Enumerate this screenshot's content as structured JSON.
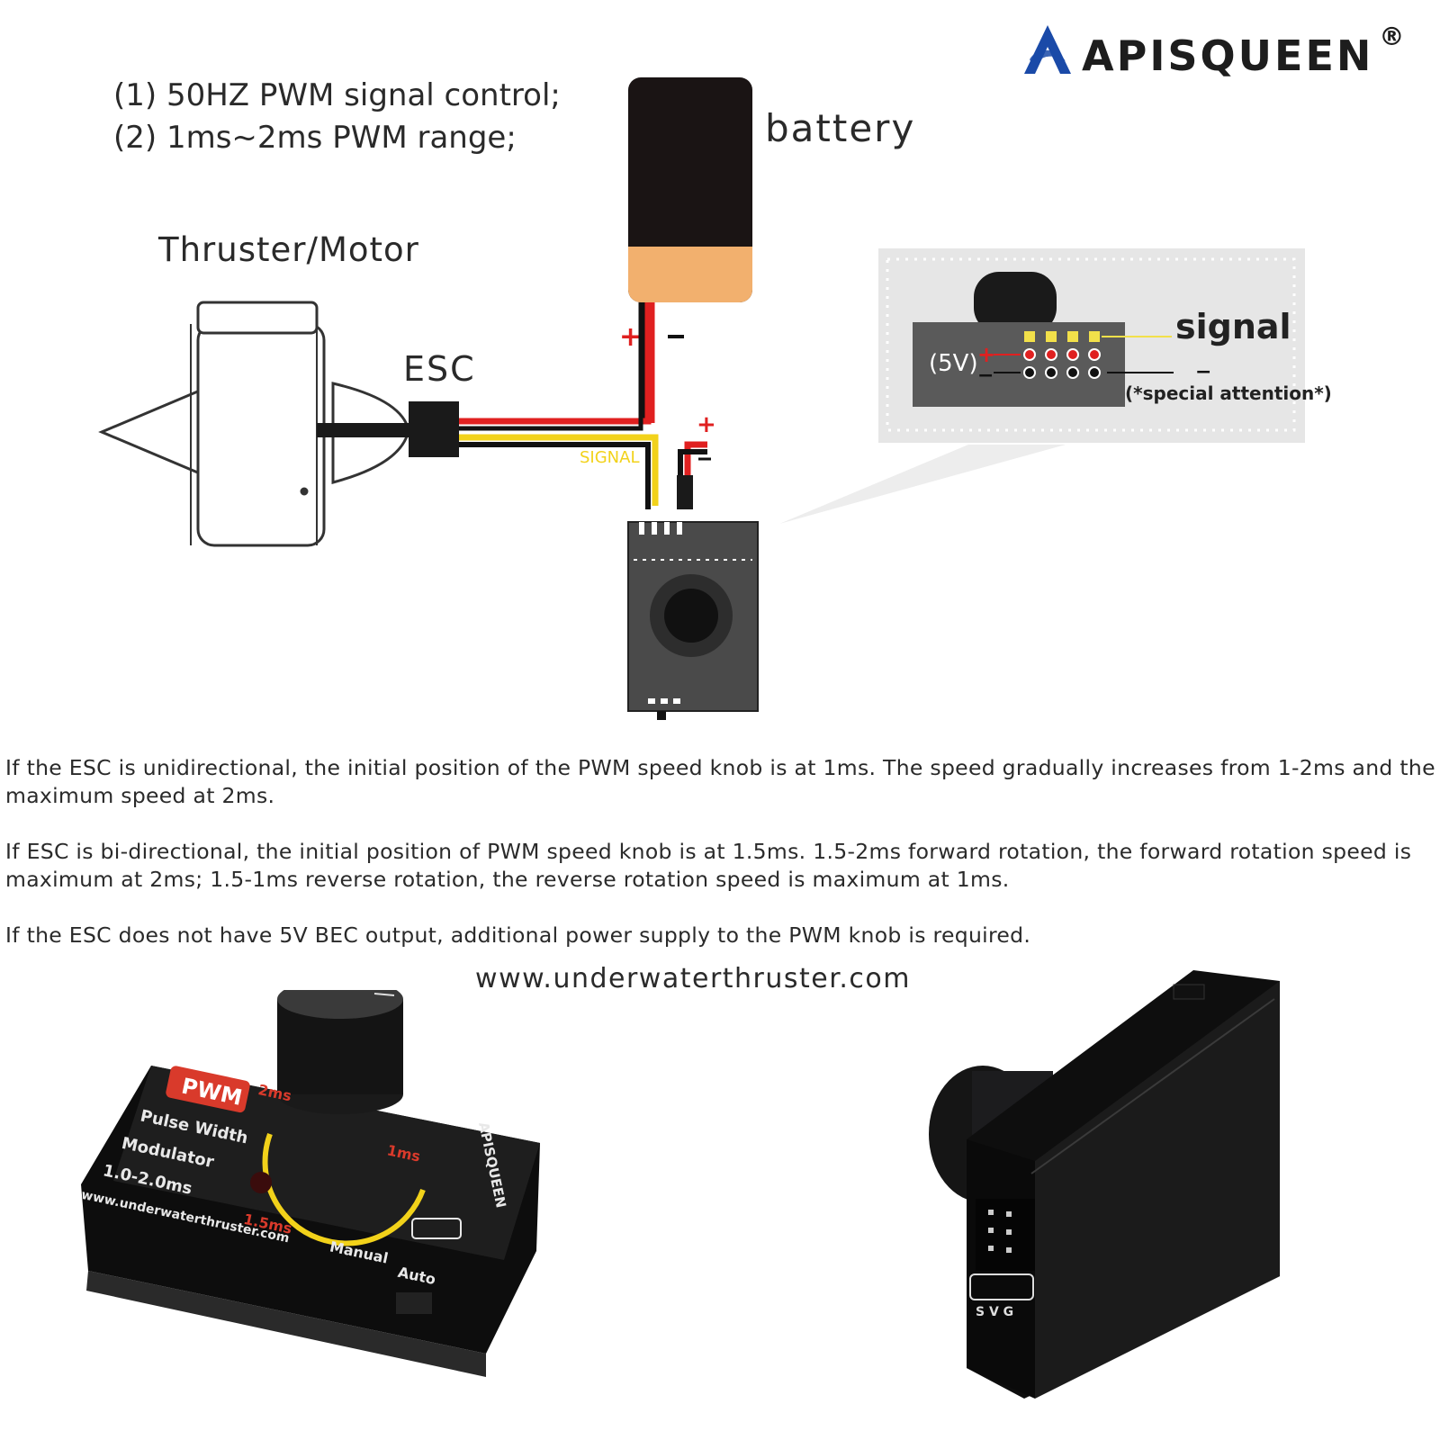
{
  "brand": {
    "name": "APISQUEEN",
    "registered": "®"
  },
  "specs": [
    "(1) 50HZ PWM signal control;",
    "(2) 1ms~2ms PWM range;"
  ],
  "labels": {
    "battery": "battery",
    "thruster": "Thruster/Motor",
    "esc": "ESC",
    "signal_wire": "SIGNAL",
    "plus": "+",
    "minus": "−"
  },
  "inset": {
    "signal": "signal",
    "voltage": "(5V)",
    "plus": "+",
    "minus": "−",
    "attention": "(*special attention*)"
  },
  "paragraphs": [
    "If the ESC is unidirectional, the initial position of the PWM speed knob is at 1ms. The speed gradually increases from 1-2ms and the maximum speed at 2ms.",
    "If ESC is bi-directional, the initial position of PWM speed knob is at 1.5ms. 1.5-2ms forward rotation, the forward rotation speed is maximum at 2ms; 1.5-1ms reverse rotation, the reverse rotation speed is maximum at 1ms.",
    "If the ESC does not have 5V BEC output, additional power supply to the PWM knob is required."
  ],
  "website": "www.underwaterthruster.com",
  "product": {
    "badge": "PWM",
    "line1": "Pulse Width",
    "line2": "Modulator",
    "range": "1.0-2.0ms",
    "url": "www.underwaterthruster.com",
    "mark_2ms": "2ms",
    "mark_1ms": "1ms",
    "mark_15ms": "1.5ms",
    "manual": "Manual",
    "auto": "Auto",
    "side_brand": "APISQUEEN",
    "pins": "S V G"
  },
  "colors": {
    "wire_red": "#e02020",
    "wire_yellow": "#f2d21a",
    "wire_black": "#111111",
    "battery_top": "#1a1414",
    "battery_bottom": "#f2b06e",
    "inset_bg": "#e6e6e6",
    "pwm_badge": "#d93a2b"
  }
}
